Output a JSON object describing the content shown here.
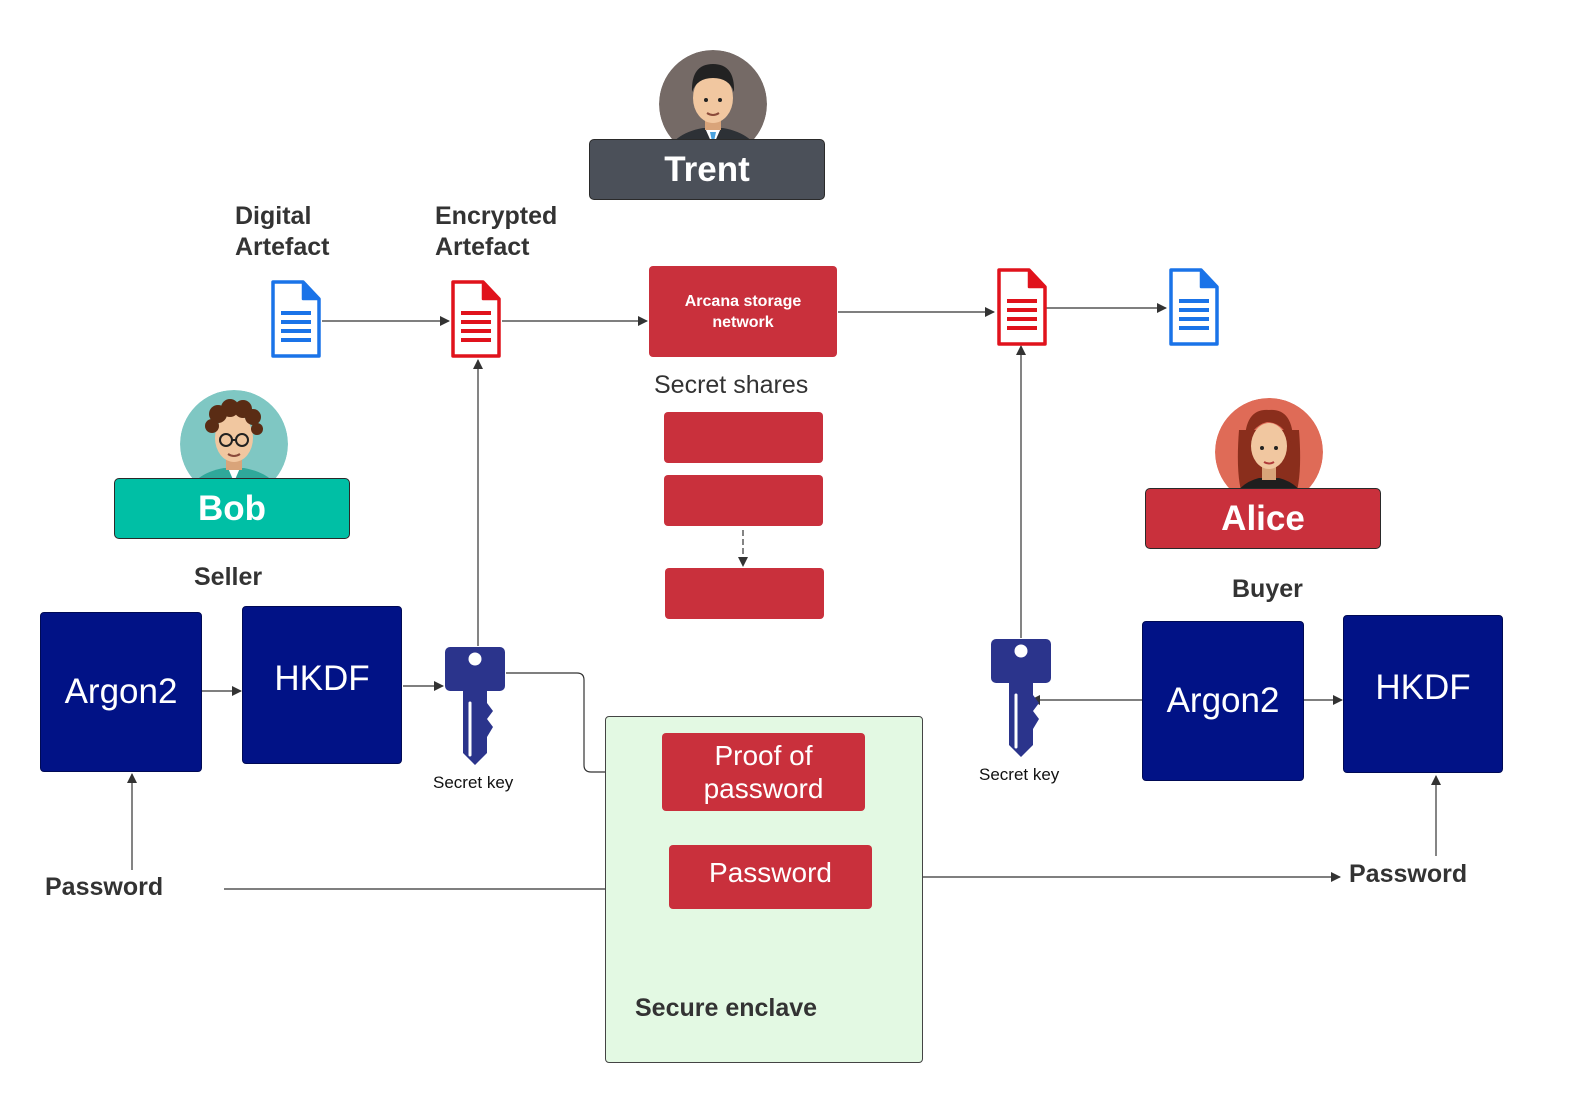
{
  "colors": {
    "trent_box": "#4b5059",
    "bob_box": "#00bfa5",
    "alice_box": "#c9303c",
    "kdf_box": "#011286",
    "red_box": "#c9303c",
    "enclave_fill": "#e3f9e3",
    "doc_blue": "#1a73e8",
    "doc_red": "#e0121c",
    "key_blue": "#2b348c"
  },
  "actors": {
    "trent": {
      "name": "Trent"
    },
    "bob": {
      "name": "Bob",
      "role": "Seller"
    },
    "alice": {
      "name": "Alice",
      "role": "Buyer"
    }
  },
  "labels": {
    "digital_artefact": [
      "Digital",
      "Artefact"
    ],
    "encrypted_artefact": [
      "Encrypted",
      "Artefact"
    ],
    "secret_shares": "Secret shares",
    "arcana_storage": [
      "Arcana storage",
      "network"
    ],
    "secure_enclave": "Secure enclave"
  },
  "bob_side": {
    "argon2": "Argon2",
    "hkdf": "HKDF",
    "secret_key": "Secret key",
    "password": "Password"
  },
  "alice_side": {
    "argon2": "Argon2",
    "hkdf": "HKDF",
    "secret_key": "Secret key",
    "password": "Password"
  },
  "enclave": {
    "proof_of_password": [
      "Proof of",
      "password"
    ],
    "password": "Password"
  },
  "icons": [
    "digital-document-icon",
    "encrypted-document-icon",
    "secret-key-icon",
    "avatar-icon"
  ]
}
